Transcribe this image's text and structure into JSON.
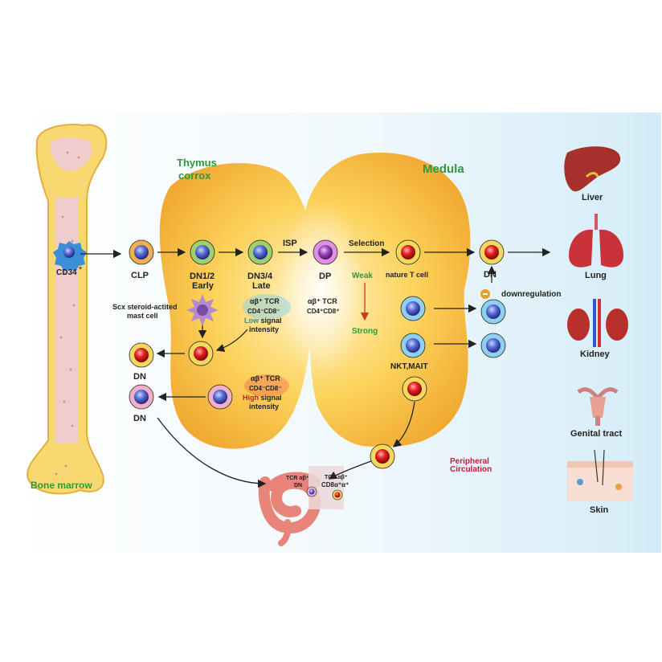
{
  "regions": {
    "thymus_cortex": "Thymus\ncorrox",
    "medula": "Medula",
    "bone_marrow": "Bone marrow",
    "peripheral": "Peripheral\nCirculation"
  },
  "cells": {
    "cd34": "CD34",
    "cd34_sup": "+",
    "clp": "CLP",
    "dn12_a": "DN1/2",
    "dn12_b": "Early",
    "dn34_a": "DN3/4",
    "dn34_b": "Late",
    "isp": "ISP",
    "dp": "DP",
    "selection": "Selection",
    "nature_t": "nature T cell",
    "dn_out": "DN",
    "mast_a": "Scx steroid-actited",
    "mast_b": "mast cell",
    "dn_left1": "DN",
    "dn_left2": "DN",
    "nkt": "NKT,MAIT",
    "downreg": "downregulation",
    "weak": "Weak",
    "strong": "Strong"
  },
  "tcr_labels": {
    "low_line1": "αβ⁺ TCR",
    "low_line2": "CD4⁻CD8⁻",
    "low_word": "Low",
    "low_rest": " signal",
    "low_line4": "intensity",
    "dp_line1": "αβ⁺ TCR",
    "dp_line2": "CD4⁺CD8⁺",
    "high_line1": "αβ⁺ TCR",
    "high_line2": "CD4⁻CD8⁻",
    "high_word": "High",
    "high_rest": " signal",
    "high_line4": "intensity",
    "gut_left_1": "TCR αβ⁺",
    "gut_left_2": "DN",
    "gut_right_1": "TCR αβ⁺",
    "gut_right_2": "CD8α⁺α⁺"
  },
  "organs": {
    "liver": "Liver",
    "lung": "Lung",
    "kidney": "Kidney",
    "genital": "Genital tract",
    "skin": "Skin"
  }
}
